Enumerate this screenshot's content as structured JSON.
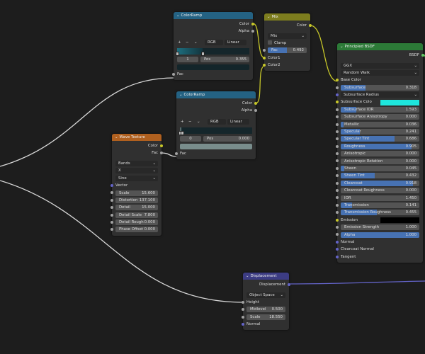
{
  "colors": {
    "socket_color": "#c7c729",
    "socket_float": "#a1a1a1",
    "socket_vector": "#6363c7",
    "socket_shader": "#63c763",
    "header_converter": "#246283",
    "header_mix": "#7d7d1e",
    "header_texture": "#b0601f",
    "header_shader": "#2c7a37",
    "header_vector": "#3c3c83"
  },
  "nodes": {
    "colorramp1": {
      "title": "ColorRamp",
      "rows": [
        {
          "type": "out",
          "label": "Color",
          "socket": "color"
        },
        {
          "type": "out",
          "label": "Alpha",
          "socket": "float"
        },
        {
          "type": "gap"
        },
        {
          "type": "rctl",
          "add": "+",
          "remove": "−",
          "menu": "⌄",
          "mode": "RGB",
          "interp": "Linear"
        },
        {
          "type": "ramp",
          "grad_from": "#1e6f7f",
          "grad_to": "#13343d",
          "grad_end": 0.355,
          "stops": [
            0.0,
            0.355
          ]
        },
        {
          "type": "posrow",
          "index": "1",
          "pos_label": "Pos",
          "pos_value": "0.355"
        },
        {
          "type": "cswatch",
          "color": "#13252a"
        },
        {
          "type": "in",
          "label": "Fac",
          "socket": "float"
        }
      ]
    },
    "mix": {
      "title": "Mix",
      "rows": [
        {
          "type": "out",
          "label": "Color",
          "socket": "color"
        },
        {
          "type": "gap"
        },
        {
          "type": "select",
          "value": "Mix"
        },
        {
          "type": "check",
          "label": "Clamp"
        },
        {
          "type": "slider",
          "label": "Fac",
          "value": "0.492",
          "fraction": 0.492,
          "socket": "float"
        },
        {
          "type": "in",
          "label": "Color1",
          "socket": "color"
        },
        {
          "type": "in",
          "label": "Color2",
          "socket": "color"
        }
      ]
    },
    "colorramp2": {
      "title": "ColorRamp",
      "rows": [
        {
          "type": "out",
          "label": "Color",
          "socket": "color"
        },
        {
          "type": "out",
          "label": "Alpha",
          "socket": "float"
        },
        {
          "type": "gap"
        },
        {
          "type": "rctl",
          "add": "+",
          "remove": "−",
          "menu": "⌄",
          "mode": "RGB",
          "interp": "Linear"
        },
        {
          "type": "ramp",
          "grad_from": "#6f8383",
          "grad_to": "#13252a",
          "grad_end": 0.03,
          "stops": [
            0.0,
            0.03
          ]
        },
        {
          "type": "posrow",
          "index": "0",
          "pos_label": "Pos",
          "pos_value": "0.000"
        },
        {
          "type": "cswatch",
          "color": "#798d8c"
        },
        {
          "type": "in",
          "label": "Fac",
          "socket": "float"
        }
      ]
    },
    "wave": {
      "title": "Wave Texture",
      "rows": [
        {
          "type": "out",
          "label": "Color",
          "socket": "color"
        },
        {
          "type": "out",
          "label": "Fac",
          "socket": "float"
        },
        {
          "type": "gap"
        },
        {
          "type": "select",
          "value": "Bands"
        },
        {
          "type": "select",
          "value": "X"
        },
        {
          "type": "select",
          "value": "Sine"
        },
        {
          "type": "in",
          "label": "Vector",
          "socket": "vector"
        },
        {
          "type": "slider",
          "label": "Scale",
          "value": "15.600",
          "fraction": 0,
          "socket": "float"
        },
        {
          "type": "slider",
          "label": "Distortion",
          "value": "137.100",
          "fraction": 0,
          "socket": "float"
        },
        {
          "type": "slider",
          "label": "Detail",
          "value": "15.000",
          "fraction": 0,
          "socket": "float"
        },
        {
          "type": "slider",
          "label": "Detail Scale",
          "value": "7.800",
          "fraction": 0,
          "socket": "float"
        },
        {
          "type": "slider",
          "label": "Detail Rough",
          "value": "0.000",
          "fraction": 0,
          "socket": "float"
        },
        {
          "type": "slider",
          "label": "Phase Offset",
          "value": "0.000",
          "fraction": 0,
          "socket": "float"
        }
      ]
    },
    "bsdf": {
      "title": "Principled BSDF",
      "rows": [
        {
          "type": "out",
          "label": "BSDF",
          "socket": "shader"
        },
        {
          "type": "gap"
        },
        {
          "type": "select",
          "value": "GGX"
        },
        {
          "type": "select",
          "value": "Random Walk"
        },
        {
          "type": "in",
          "label": "Base Color",
          "socket": "color"
        },
        {
          "type": "slider",
          "label": "Subsurface",
          "value": "0.318",
          "fraction": 0.318,
          "socket": "float"
        },
        {
          "type": "select-in",
          "value": "Subsurface Radius",
          "socket": "vector"
        },
        {
          "type": "color",
          "label": "Subsurface Colo",
          "color": "#1ee6dc",
          "socket": "color"
        },
        {
          "type": "slider",
          "label": "Subsurface IOR",
          "value": "1.593",
          "fraction": 0.2,
          "socket": "float"
        },
        {
          "type": "slider",
          "label": "Subsurface Anisotropy",
          "value": "0.000",
          "fraction": 0,
          "socket": "float"
        },
        {
          "type": "slider",
          "label": "Metallic",
          "value": "0.036",
          "fraction": 0.036,
          "socket": "float"
        },
        {
          "type": "slider",
          "label": "Specular",
          "value": "0.241",
          "fraction": 0.241,
          "socket": "float"
        },
        {
          "type": "slider",
          "label": "Specular Tint",
          "value": "0.686",
          "fraction": 0.686,
          "socket": "float"
        },
        {
          "type": "slider",
          "label": "Roughness",
          "value": "0.905",
          "fraction": 0.905,
          "socket": "float"
        },
        {
          "type": "slider",
          "label": "Anisotropic",
          "value": "0.000",
          "fraction": 0,
          "socket": "float"
        },
        {
          "type": "slider",
          "label": "Anisotropic Rotation",
          "value": "0.000",
          "fraction": 0,
          "socket": "float"
        },
        {
          "type": "slider",
          "label": "Sheen",
          "value": "0.045",
          "fraction": 0.045,
          "socket": "float"
        },
        {
          "type": "slider",
          "label": "Sheen Tint",
          "value": "0.432",
          "fraction": 0.432,
          "socket": "float"
        },
        {
          "type": "slider",
          "label": "Clearcoat",
          "value": "0.918",
          "fraction": 0.918,
          "socket": "float"
        },
        {
          "type": "slider",
          "label": "Clearcoat Roughness",
          "value": "0.000",
          "fraction": 0,
          "socket": "float"
        },
        {
          "type": "slider",
          "label": "IOR",
          "value": "1.450",
          "fraction": 0,
          "socket": "float"
        },
        {
          "type": "slider",
          "label": "Transmission",
          "value": "0.141",
          "fraction": 0.141,
          "socket": "float"
        },
        {
          "type": "slider",
          "label": "Transmission Roughness",
          "value": "0.455",
          "fraction": 0.455,
          "socket": "float"
        },
        {
          "type": "color",
          "label": "Emission",
          "color": "#000000",
          "socket": "color"
        },
        {
          "type": "slider",
          "label": "Emission Strength",
          "value": "1.000",
          "fraction": 0,
          "socket": "float"
        },
        {
          "type": "slider",
          "label": "Alpha",
          "value": "1.000",
          "fraction": 1,
          "socket": "float"
        },
        {
          "type": "in",
          "label": "Normal",
          "socket": "vector"
        },
        {
          "type": "in",
          "label": "Clearcoat Normal",
          "socket": "vector"
        },
        {
          "type": "in",
          "label": "Tangent",
          "socket": "vector"
        }
      ]
    },
    "displacement": {
      "title": "Displacement",
      "rows": [
        {
          "type": "out",
          "label": "Displacement",
          "socket": "vector"
        },
        {
          "type": "gap"
        },
        {
          "type": "select",
          "value": "Object Space"
        },
        {
          "type": "in",
          "label": "Height",
          "socket": "float"
        },
        {
          "type": "slider",
          "label": "Midlevel",
          "value": "0.500",
          "fraction": 0,
          "socket": "float"
        },
        {
          "type": "slider",
          "label": "Scale",
          "value": "18.550",
          "fraction": 0,
          "socket": "float"
        },
        {
          "type": "in",
          "label": "Normal",
          "socket": "vector"
        }
      ]
    }
  }
}
